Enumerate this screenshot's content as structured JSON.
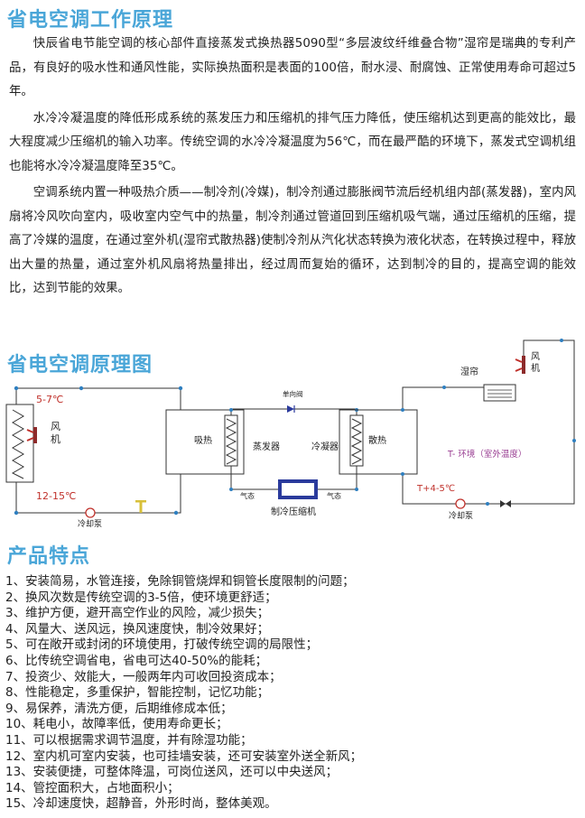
{
  "section1": {
    "title": "省电空调工作原理",
    "paragraphs": [
      "快辰省电节能空调的核心部件直接蒸发式换热器5090型“多层波纹纤维叠合物”湿帘是瑞典的专利产品，有良好的吸水性和通风性能，实际换热面积是表面的100倍，耐水浸、耐腐蚀、正常使用寿命可超过5年。",
      "水冷冷凝温度的降低形成系统的蒸发压力和压缩机的排气压力降低，使压缩机达到更高的能效比，最大程度减少压缩机的输入功率。传统空调的水冷冷凝温度为56℃，而在最严酷的环境下，蒸发式空调机组也能将水冷冷凝温度降至35℃。",
      "空调系统内置一种吸热介质——制冷剂(冷媒)，制冷剂通过膨胀阀节流后经机组内部(蒸发器)，室内风扇将冷风吹向室内，吸收室内空气中的热量，制冷剂通过管道回到压缩机吸气端，通过压缩机的压缩，提高了冷媒的温度，在通过室外机(湿帘式散热器)使制冷剂从汽化状态转换为液化状态，在转换过程中，释放出大量的热量，通过室外机风扇将热量排出，经过周而复始的循环，达到制冷的目的，提高空调的能效比，达到节能的效果。"
    ]
  },
  "section2": {
    "title": "省电空调原理图",
    "diagram": {
      "temp_top_left": "5-7℃",
      "fan_left": [
        "风",
        "机"
      ],
      "temp_bottom_left": "12-15℃",
      "pump_left": "冷却泵",
      "absorb": "吸热",
      "evaporator": "蒸发器",
      "valve": "单向阀",
      "condenser": "冷凝器",
      "dissipate": "散热",
      "gas_left": "气态",
      "gas_right": "气态",
      "compressor": "制冷压缩机",
      "curtain": "湿帘",
      "fan_right": [
        "风",
        "机"
      ],
      "env": "T-    环境（室外温度）",
      "temp_bottom_right": "T+4-5℃",
      "pump_right": "冷却泵"
    }
  },
  "section3": {
    "title": "产品特点",
    "items": [
      "1、安装简易，水管连接，免除铜管烧焊和铜管长度限制的问题；",
      "2、换风次数是传统空调的3-5倍，使环境更舒适；",
      "3、维护方便，避开高空作业的风险，减少损失；",
      "4、风量大、送风远，换风速度快，制冷效果好；",
      "5、可在敞开或封闭的环境使用，打破传统空调的局限性；",
      "6、比传统空调省电，省电可达40-50%的能耗；",
      "7、投资少、效能大，一般两年内可收回投资成本；",
      "8、性能稳定，多重保护，智能控制，记忆功能；",
      "9、易保养，清洗方便，后期维修成本低；",
      "10、耗电小，故障率低，使用寿命更长；",
      "11、可以根据需求调节温度，并有除湿功能；",
      "12、室内机可室内安装，也可挂墙安装，还可安装室外送全新风；",
      "13、安装便捷，可整体降温，可岗位送风，还可以中央送风；",
      "14、管控面积大，占地面积小；",
      "15、冷却速度快，超静音，外形时尚，整体美观。"
    ]
  },
  "colors": {
    "heading": "#4aa6d8",
    "pipe_dot": "#2f7fc0",
    "temp_red": "#c0312b",
    "env_purple": "#9a3f93",
    "compressor_blue": "#2a3a9c"
  }
}
